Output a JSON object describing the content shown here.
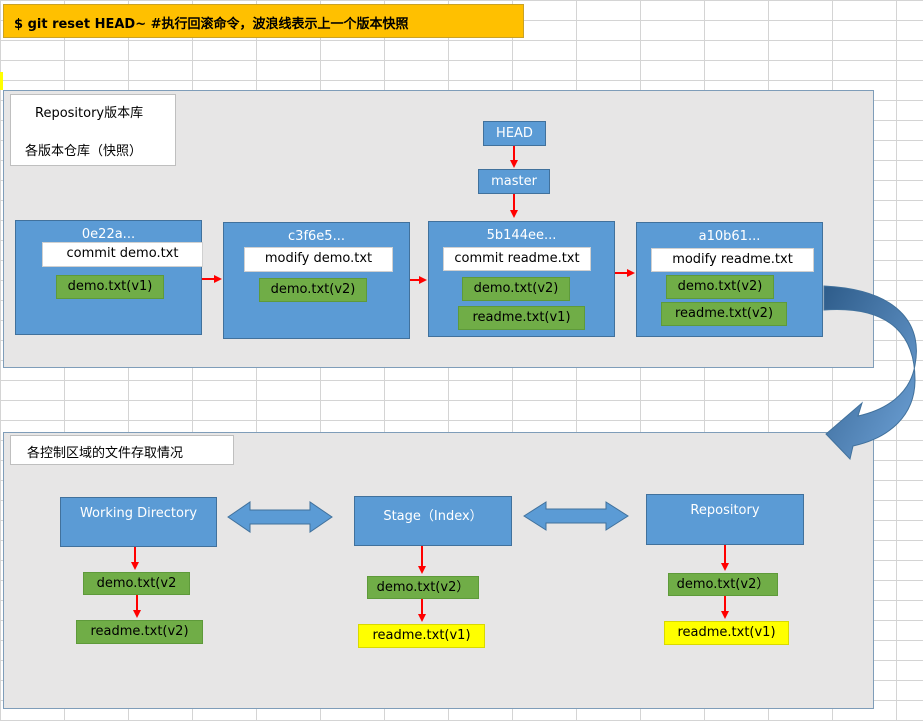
{
  "title": "$ git reset HEAD~  #执行回滚命令，波浪线表示上一个版本快照",
  "repository_panel": {
    "label_line1": "Repository版本库",
    "label_line2": "各版本仓库（快照）",
    "head_label": "HEAD",
    "master_label": "master",
    "commits": [
      {
        "id": "0e22a...",
        "message": "commit demo.txt",
        "files": [
          "demo.txt(v1)"
        ]
      },
      {
        "id": "c3f6e5...",
        "message": "modify demo.txt",
        "files": [
          "demo.txt(v2)"
        ]
      },
      {
        "id": "5b144ee...",
        "message": "commit readme.txt",
        "files": [
          "demo.txt(v2)",
          "readme.txt(v1)"
        ]
      },
      {
        "id": "a10b61...",
        "message": "modify readme.txt",
        "files": [
          "demo.txt(v2)",
          "readme.txt(v2)"
        ]
      }
    ]
  },
  "areas_panel": {
    "label": "各控制区域的文件存取情况",
    "areas": [
      {
        "name": "Working Directory",
        "files": [
          "demo.txt(v2",
          "readme.txt(v2)"
        ]
      },
      {
        "name": "Stage（Index）",
        "files": [
          "demo.txt(v2）",
          "readme.txt(v1)"
        ]
      },
      {
        "name": "Repository",
        "files": [
          "demo.txt(v2）",
          "readme.txt(v1)"
        ]
      }
    ]
  },
  "colors": {
    "panel_bg": "#e7e6e6",
    "box_blue": "#5b9bd5",
    "file_green": "#70ad47",
    "file_yellow": "#ffff00",
    "arrow_red": "#ff0000",
    "title_orange": "#ffc000"
  }
}
